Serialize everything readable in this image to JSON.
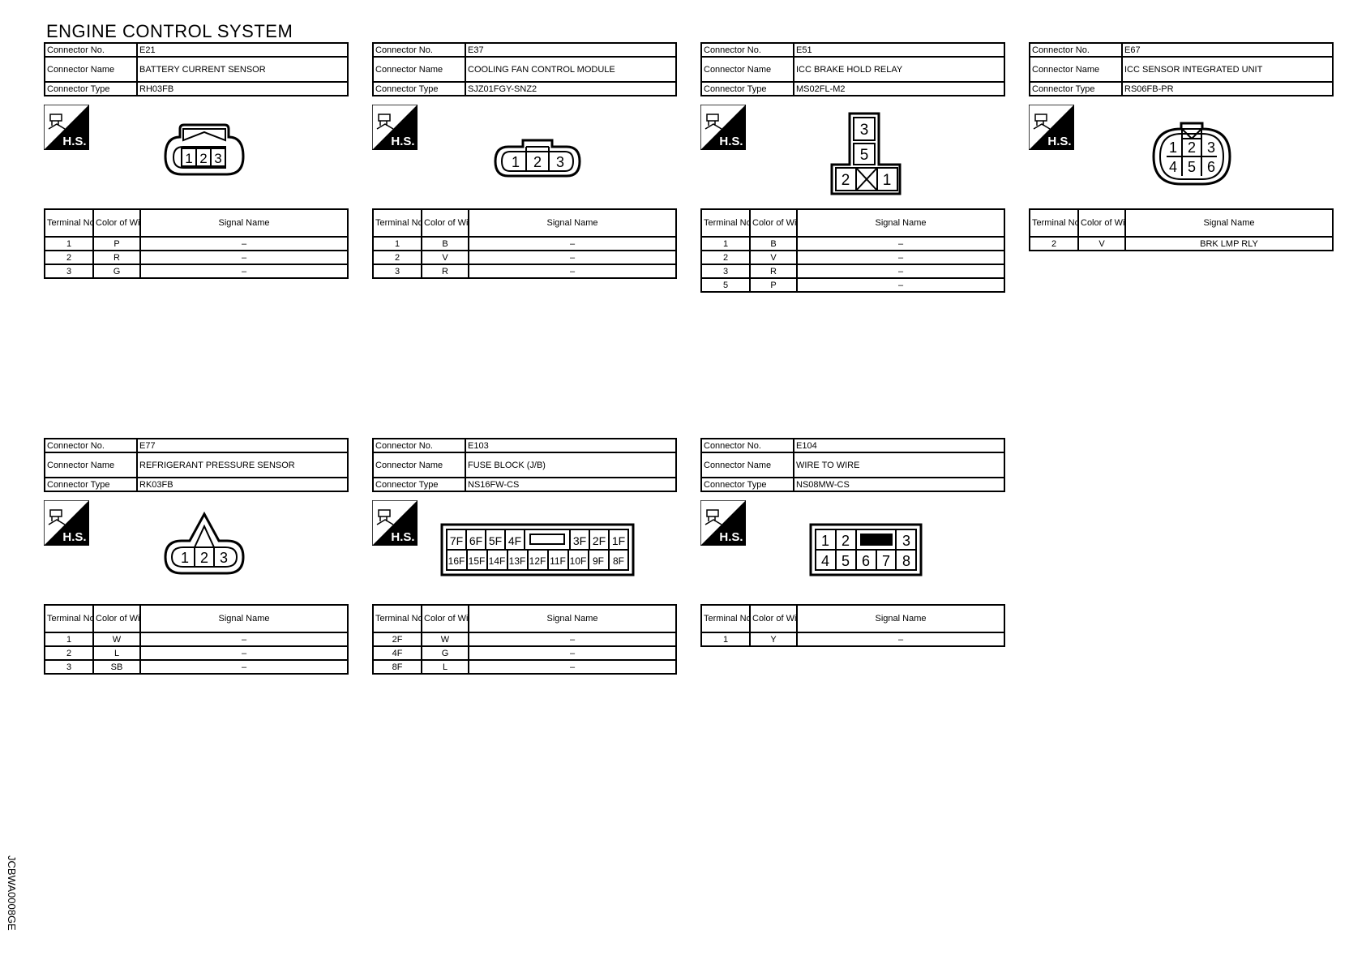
{
  "page_title": "ENGINE CONTROL SYSTEM",
  "side_code": "JCBWA0008GE",
  "labels": {
    "connector_no": "Connector No.",
    "connector_name": "Connector Name",
    "connector_type": "Connector Type",
    "terminal_no": "Terminal No.",
    "color_of_wire": "Color of Wire",
    "signal_name": "Signal Name",
    "hs": "H.S."
  },
  "connectors": [
    {
      "no": "E21",
      "name": "BATTERY CURRENT SENSOR",
      "type": "RH03FB",
      "terminals": [
        [
          "1",
          "P",
          "–"
        ],
        [
          "2",
          "R",
          "–"
        ],
        [
          "3",
          "G",
          "–"
        ]
      ]
    },
    {
      "no": "E37",
      "name": "COOLING FAN CONTROL MODULE",
      "type": "SJZ01FGY-SNZ2",
      "terminals": [
        [
          "1",
          "B",
          "–"
        ],
        [
          "2",
          "V",
          "–"
        ],
        [
          "3",
          "R",
          "–"
        ]
      ]
    },
    {
      "no": "E51",
      "name": "ICC BRAKE HOLD RELAY",
      "type": "MS02FL-M2",
      "terminals": [
        [
          "1",
          "B",
          "–"
        ],
        [
          "2",
          "V",
          "–"
        ],
        [
          "3",
          "R",
          "–"
        ],
        [
          "5",
          "P",
          "–"
        ]
      ]
    },
    {
      "no": "E67",
      "name": "ICC SENSOR INTEGRATED UNIT",
      "type": "RS06FB-PR",
      "terminals": [
        [
          "2",
          "V",
          "BRK LMP RLY"
        ]
      ]
    },
    {
      "no": "E77",
      "name": "REFRIGERANT PRESSURE SENSOR",
      "type": "RK03FB",
      "terminals": [
        [
          "1",
          "W",
          "–"
        ],
        [
          "2",
          "L",
          "–"
        ],
        [
          "3",
          "SB",
          "–"
        ]
      ]
    },
    {
      "no": "E103",
      "name": "FUSE BLOCK (J/B)",
      "type": "NS16FW-CS",
      "terminals": [
        [
          "2F",
          "W",
          "–"
        ],
        [
          "4F",
          "G",
          "–"
        ],
        [
          "8F",
          "L",
          "–"
        ]
      ]
    },
    {
      "no": "E104",
      "name": "WIRE TO WIRE",
      "type": "NS08MW-CS",
      "terminals": [
        [
          "1",
          "Y",
          "–"
        ]
      ]
    }
  ],
  "pin_labels": {
    "e21": [
      "1",
      "2",
      "3"
    ],
    "e37": [
      "1",
      "2",
      "3"
    ],
    "e51": [
      "3",
      "5",
      "2",
      "1"
    ],
    "e67": [
      "1",
      "2",
      "3",
      "4",
      "5",
      "6"
    ],
    "e77": [
      "1",
      "2",
      "3"
    ],
    "e103_top": [
      "7F",
      "6F",
      "5F",
      "4F",
      "3F",
      "2F",
      "1F"
    ],
    "e103_bottom": [
      "16F",
      "15F",
      "14F",
      "13F",
      "12F",
      "11F",
      "10F",
      "9F",
      "8F"
    ],
    "e104_top": [
      "1",
      "2",
      "3"
    ],
    "e104_bottom": [
      "4",
      "5",
      "6",
      "7",
      "8"
    ]
  }
}
